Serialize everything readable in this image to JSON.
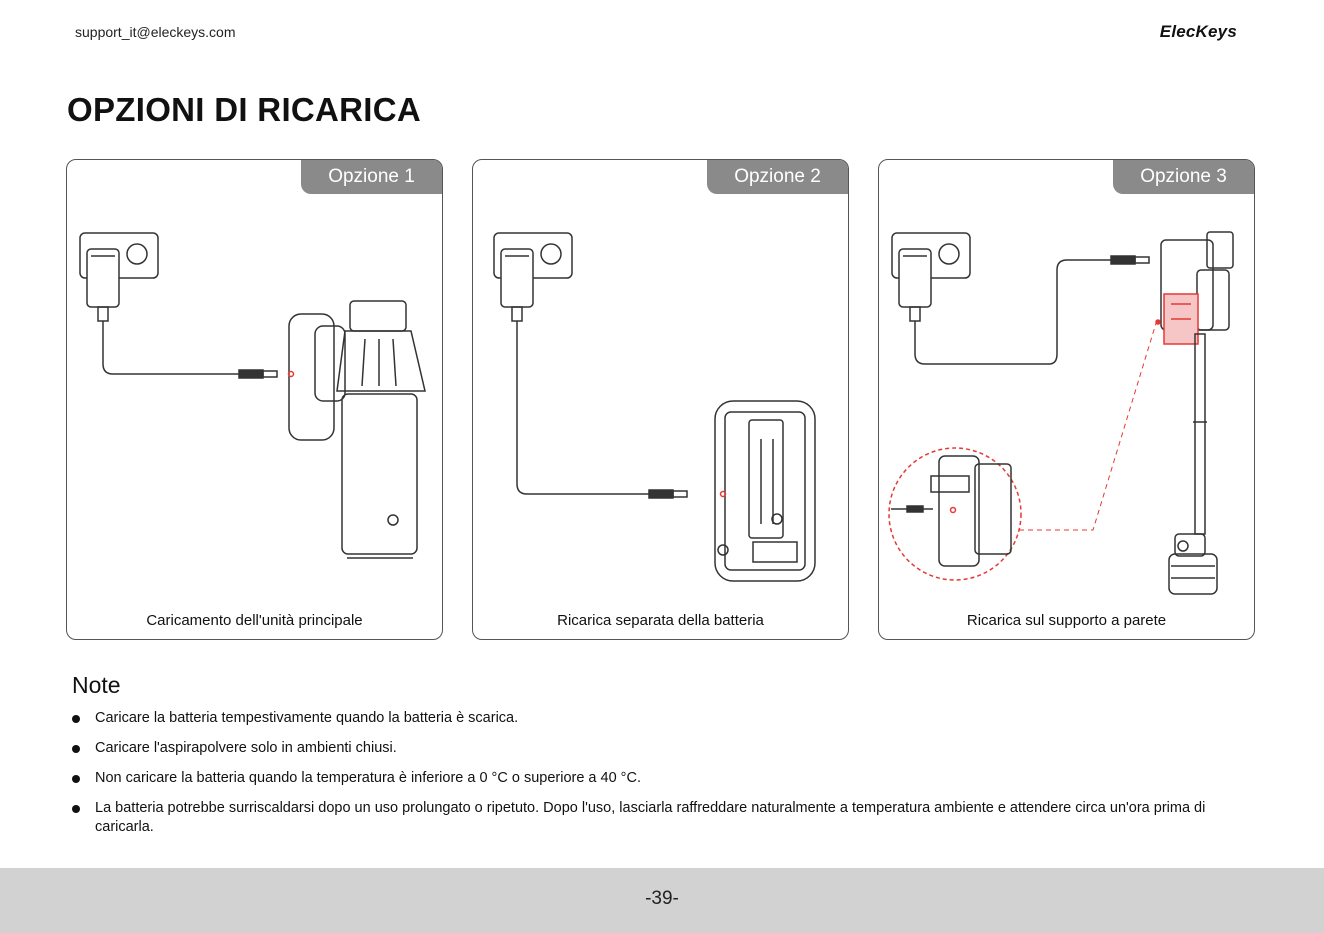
{
  "header": {
    "email": "support_it@eleckeys.com",
    "brand": "ElecKeys"
  },
  "page_title": "OPZIONI DI RICARICA",
  "panels": [
    {
      "tab": "Opzione 1",
      "caption": "Caricamento dell'unità principale",
      "illustration": "wall-charger-handheld-vacuum-icon"
    },
    {
      "tab": "Opzione 2",
      "caption": "Ricarica separata della batteria",
      "illustration": "wall-charger-battery-icon"
    },
    {
      "tab": "Opzione 3",
      "caption": "Ricarica sul supporto a parete",
      "illustration": "wall-charger-wall-mount-icon"
    }
  ],
  "notes": {
    "title": "Note",
    "items": [
      "Caricare la batteria tempestivamente quando la batteria è scarica.",
      "Caricare l'aspirapolvere solo in ambienti chiusi.",
      "Non caricare la batteria quando la temperatura è inferiore a 0 °C o superiore a 40 °C.",
      "La batteria potrebbe surriscaldarsi dopo un uso prolungato o ripetuto. Dopo l'uso, lasciarla raffreddare naturalmente a temperatura ambiente e attendere circa un'ora prima di caricarla."
    ]
  },
  "footer": {
    "page_number": "-39-"
  },
  "colors": {
    "tab_bg": "#8a8a8a",
    "footer_bg": "#d2d2d2",
    "highlight": "#e53935"
  }
}
